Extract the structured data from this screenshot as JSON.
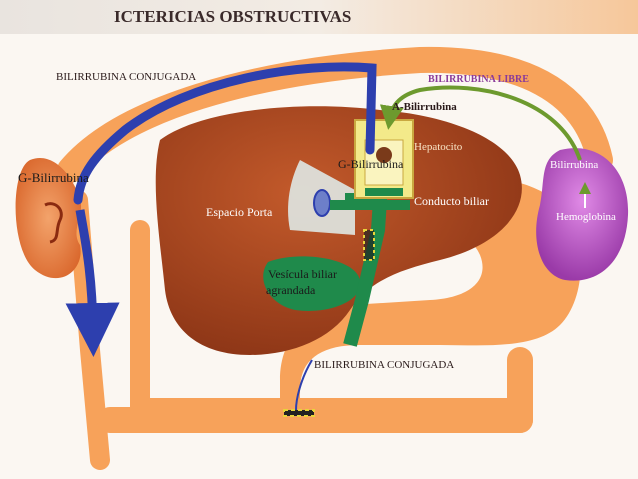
{
  "title": "ICTERICIAS OBSTRUCTIVAS",
  "labels": {
    "bili_conj_top": "BILIRRUBINA CONJUGADA",
    "bili_libre": "BILIRRUBINA LIBRE",
    "a_bili": "A-Bilirrubina",
    "hepatocito": "Hepatocito",
    "g_bili_liver": "G-Bilirrubina",
    "g_bili_kidney": "G-Bilirrubina",
    "espacio_porta": "Espacio Porta",
    "conducto_biliar": "Conducto biliar",
    "vesicula_1": "Vesícula biliar",
    "vesicula_2": "agrandada",
    "bilirrubina_spleen": "Bilirrubina",
    "hemoglobina": "Hemoglobina",
    "bili_conj_bottom": "BILIRRUBINA CONJUGADA"
  },
  "colors": {
    "vessel_orange": "#f7a25a",
    "liver": "#a8461f",
    "blue_arrow": "#2d3fae",
    "green_arrow": "#6d9a2e",
    "spleen": "#c45fcf",
    "kidney": "#e7793c",
    "gallbladder": "#1f8a4b",
    "cell": "#f3ea8a"
  }
}
